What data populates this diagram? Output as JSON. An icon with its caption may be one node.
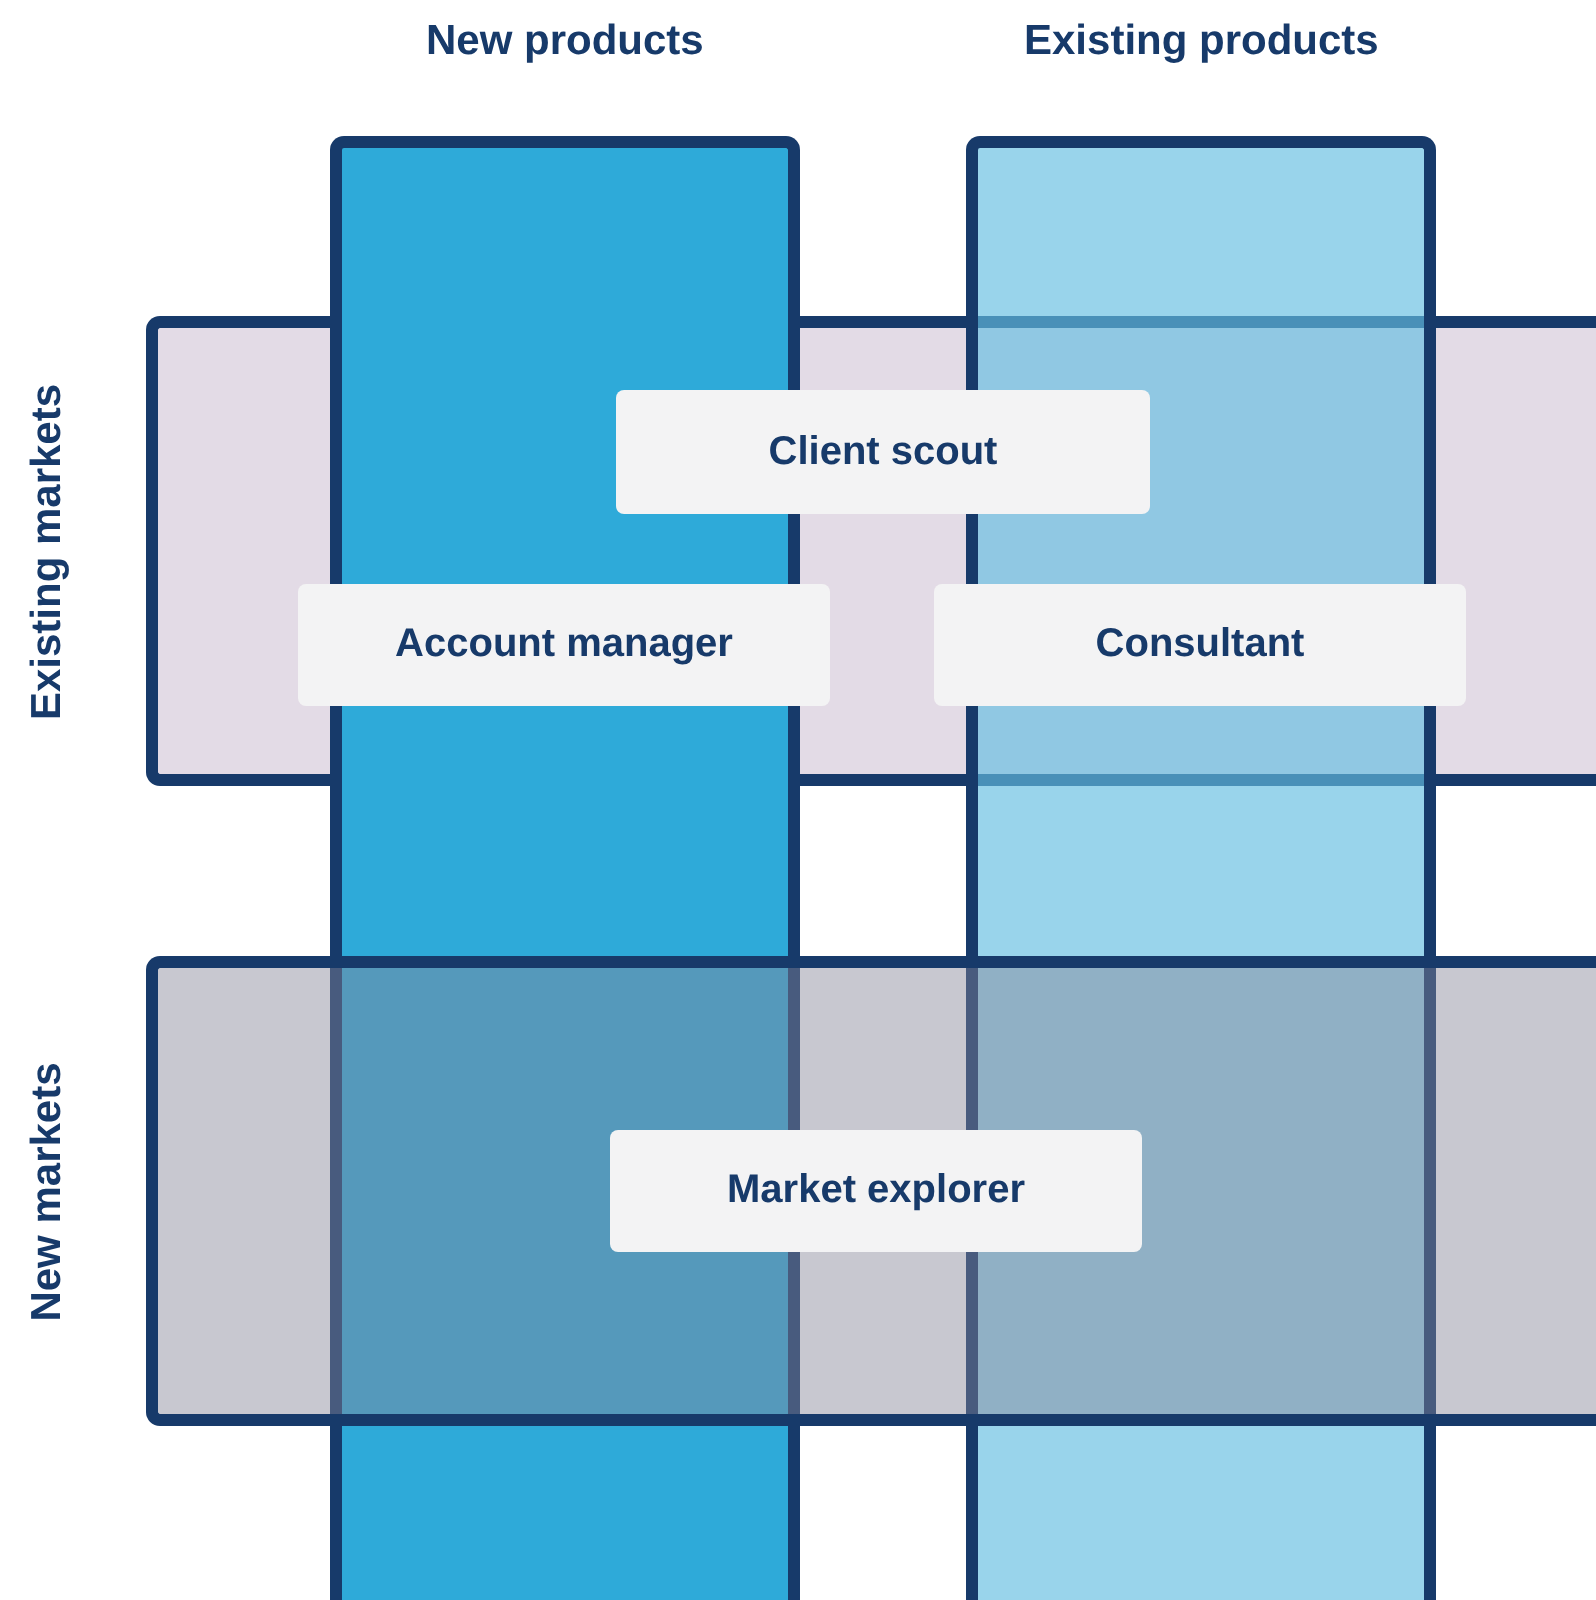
{
  "diagram": {
    "nodes": [
      {
        "text": [
          "New products"
        ]
      },
      {
        "text": [
          "Existing products"
        ]
      },
      {
        "text": [
          "Existing markets"
        ]
      },
      {
        "text": [
          "New markets"
        ]
      },
      {
        "text": [
          "Client scout"
        ],
        "in": 2
      },
      {
        "text": [
          "Account manager"
        ],
        "in": 2
      },
      {
        "text": [
          "Consultant"
        ],
        "in": 2
      },
      {
        "text": [
          "Market explorer"
        ],
        "in": 3
      }
    ]
  }
}
